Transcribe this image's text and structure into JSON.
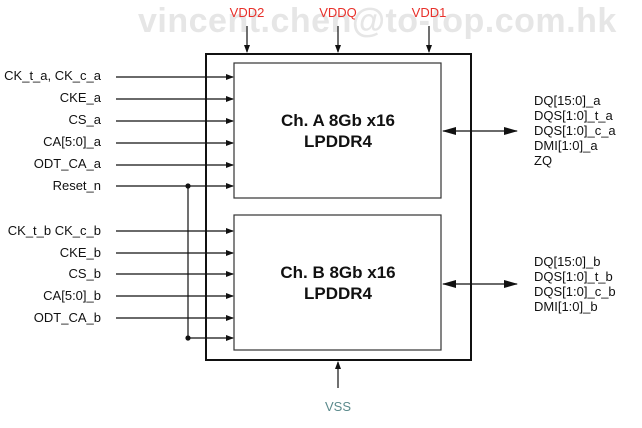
{
  "watermark": "vincent.chen@to-top.com.hk",
  "power_pins": [
    "VDD2",
    "VDDQ",
    "VDD1"
  ],
  "ground_pin": "VSS",
  "channel_a": {
    "title_line1": "Ch. A 8Gb x16",
    "title_line2": "LPDDR4",
    "inputs": [
      "CK_t_a, CK_c_a",
      "CKE_a",
      "CS_a",
      "CA[5:0]_a",
      "ODT_CA_a",
      "Reset_n"
    ],
    "io_signals": [
      "DQ[15:0]_a",
      "DQS[1:0]_t_a",
      "DQS[1:0]_c_a",
      "DMI[1:0]_a",
      "ZQ"
    ]
  },
  "channel_b": {
    "title_line1": "Ch. B 8Gb x16",
    "title_line2": "LPDDR4",
    "inputs": [
      "CK_t_b CK_c_b",
      "CKE_b",
      "CS_b",
      "CA[5:0]_b",
      "ODT_CA_b"
    ],
    "io_signals": [
      "DQ[15:0]_b",
      "DQS[1:0]_t_b",
      "DQS[1:0]_c_b",
      "DMI[1:0]_b"
    ]
  },
  "colors": {
    "power": "#e8302a",
    "ground": "#5b8a8c",
    "line": "#111111"
  }
}
